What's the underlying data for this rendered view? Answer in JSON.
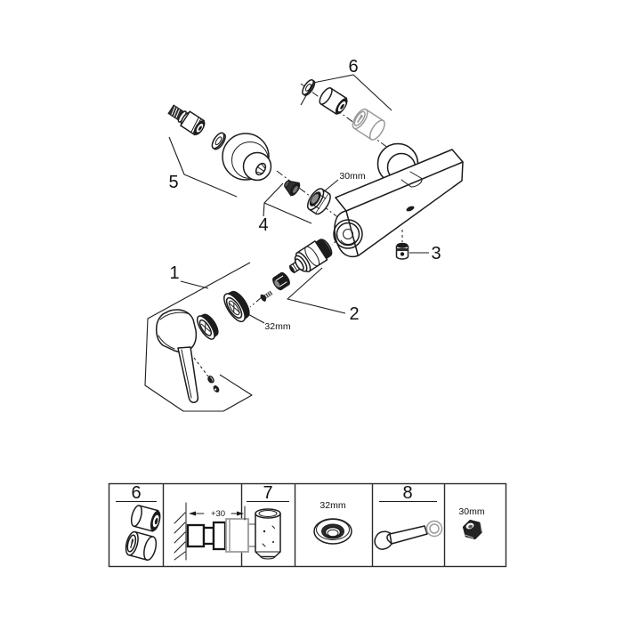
{
  "diagram": {
    "type": "exploded-parts-diagram",
    "callouts": {
      "c1": "1",
      "c2": "2",
      "c3": "3",
      "c4": "4",
      "c5": "5",
      "c6": "6"
    },
    "dimensions": {
      "union_nut": "30mm",
      "handle_cap": "32mm"
    }
  },
  "legend": {
    "cells": [
      {
        "num": "6",
        "icon": "extension-set-icon"
      },
      {
        "dim": "+30",
        "icon": "wall-mount-extension-icon"
      },
      {
        "num": "7",
        "icon": "extension-sleeve-icon"
      },
      {
        "dim": "32mm",
        "icon": "seal-ring-icon"
      },
      {
        "num": "8",
        "icon": "open-end-wrench-icon"
      },
      {
        "dim": "30mm",
        "icon": "hex-nut-icon"
      }
    ]
  },
  "colors": {
    "line": "#1c1c1c",
    "grey_part": "#9b9b9b",
    "background": "#ffffff"
  }
}
